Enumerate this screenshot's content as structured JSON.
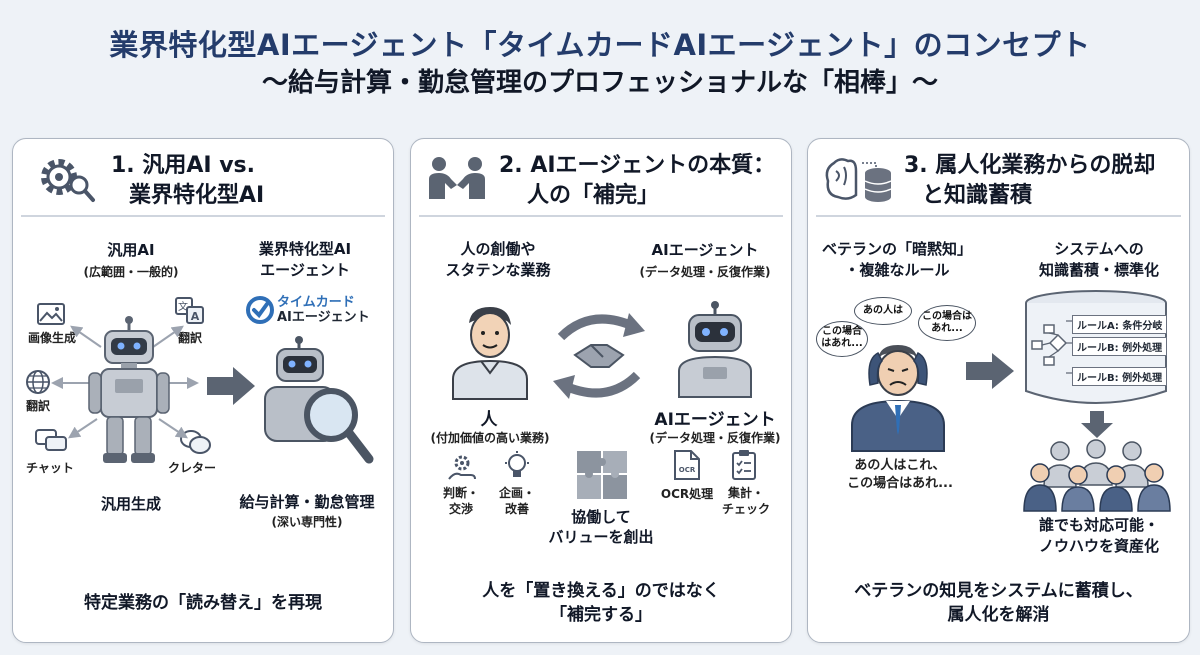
{
  "header": {
    "title": "業界特化型AIエージェント「タイムカードAIエージェント」のコンセプト",
    "subtitle": "〜給与計算・勤怠管理のプロフェッショナルな「相棒」〜"
  },
  "panel1": {
    "heading_l1": "1. 汎用AI vs.",
    "heading_l2": "業界特化型AI",
    "general_ai": "汎用AI",
    "general_ai_sub": "(広範囲・一般的)",
    "icon_image": "画像生成",
    "icon_translate1": "翻訳",
    "icon_translate2": "翻訳",
    "icon_chat": "チャット",
    "icon_claimer": "クレター",
    "general_gen": "汎用生成",
    "special_ai_l1": "業界特化型AI",
    "special_ai_l2": "エージェント",
    "brand_l1": "タイムカード",
    "brand_l2": "AIエージェント",
    "payroll": "給与計算・勤怠管理",
    "payroll_sub": "(深い専門性)",
    "footer": "特定業務の「読み替え」を再現"
  },
  "panel2": {
    "heading_l1": "2. AIエージェントの本質：",
    "heading_l2": "人の「補完」",
    "human_top_l1": "人の創働や",
    "human_top_l2": "スタテンな業務",
    "agent_top": "AIエージェント",
    "agent_top_sub": "(データ処理・反復作業)",
    "human_label": "人",
    "human_sub": "(付加価値の高い業務)",
    "agent_label": "AIエージェント",
    "agent_sub": "(データ処理・反復作業)",
    "judge_l1": "判断・",
    "judge_l2": "交渉",
    "plan_l1": "企画・",
    "plan_l2": "改善",
    "collab_l1": "協働して",
    "collab_l2": "バリューを創出",
    "ocr_icon_text": "OCR",
    "ocr": "OCR処理",
    "check_l1": "集計・",
    "check_l2": "チェック",
    "footer_l1": "人を「置き換える」のではなく",
    "footer_l2": "「補完する」"
  },
  "panel3": {
    "heading_l1": "3. 属人化業務からの脱却",
    "heading_l2": "と知識蓄積",
    "veteran_l1": "ベテランの「暗黙知」",
    "veteran_l2": "・複雑なルール",
    "system_l1": "システムへの",
    "system_l2": "知識蓄積・標準化",
    "bubble1": "あの人は",
    "bubble2_l1": "この場合",
    "bubble2_l2": "はあれ...",
    "bubble3_l1": "この場合は",
    "bubble3_l2": "あれ...",
    "rule_a": "ルールA: 条件分岐",
    "rule_b1": "ルールB: 例外処理",
    "rule_b2": "ルールB: 例外処理",
    "speech_l1": "あの人はこれ、",
    "speech_l2": "この場合はあれ...",
    "anyone_l1": "誰でも対応可能・",
    "anyone_l2": "ノウハウを資産化",
    "footer_l1": "ベテランの知見をシステムに蓄積し、",
    "footer_l2": "属人化を解消"
  },
  "colors": {
    "title": "#243c6b",
    "icon": "#4a5568",
    "accent_blue": "#2f6fb7",
    "panel_border": "#aeb6c2"
  }
}
